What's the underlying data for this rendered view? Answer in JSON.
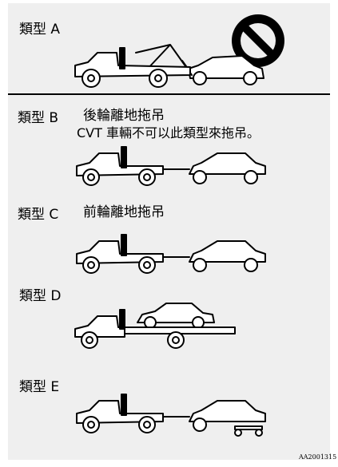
{
  "sections": [
    {
      "label": "類型 A",
      "description": "",
      "note": ""
    },
    {
      "label": "類型 B",
      "description": "後輪離地拖吊",
      "note": "CVT 車輛不可以此類型來拖吊。"
    },
    {
      "label": "類型 C",
      "description": "前輪離地拖吊",
      "note": ""
    },
    {
      "label": "類型 D",
      "description": "",
      "note": ""
    },
    {
      "label": "類型 E",
      "description": "",
      "note": ""
    }
  ],
  "prohibited_icon": "no-entry-icon",
  "figure_code": "AA2001315"
}
